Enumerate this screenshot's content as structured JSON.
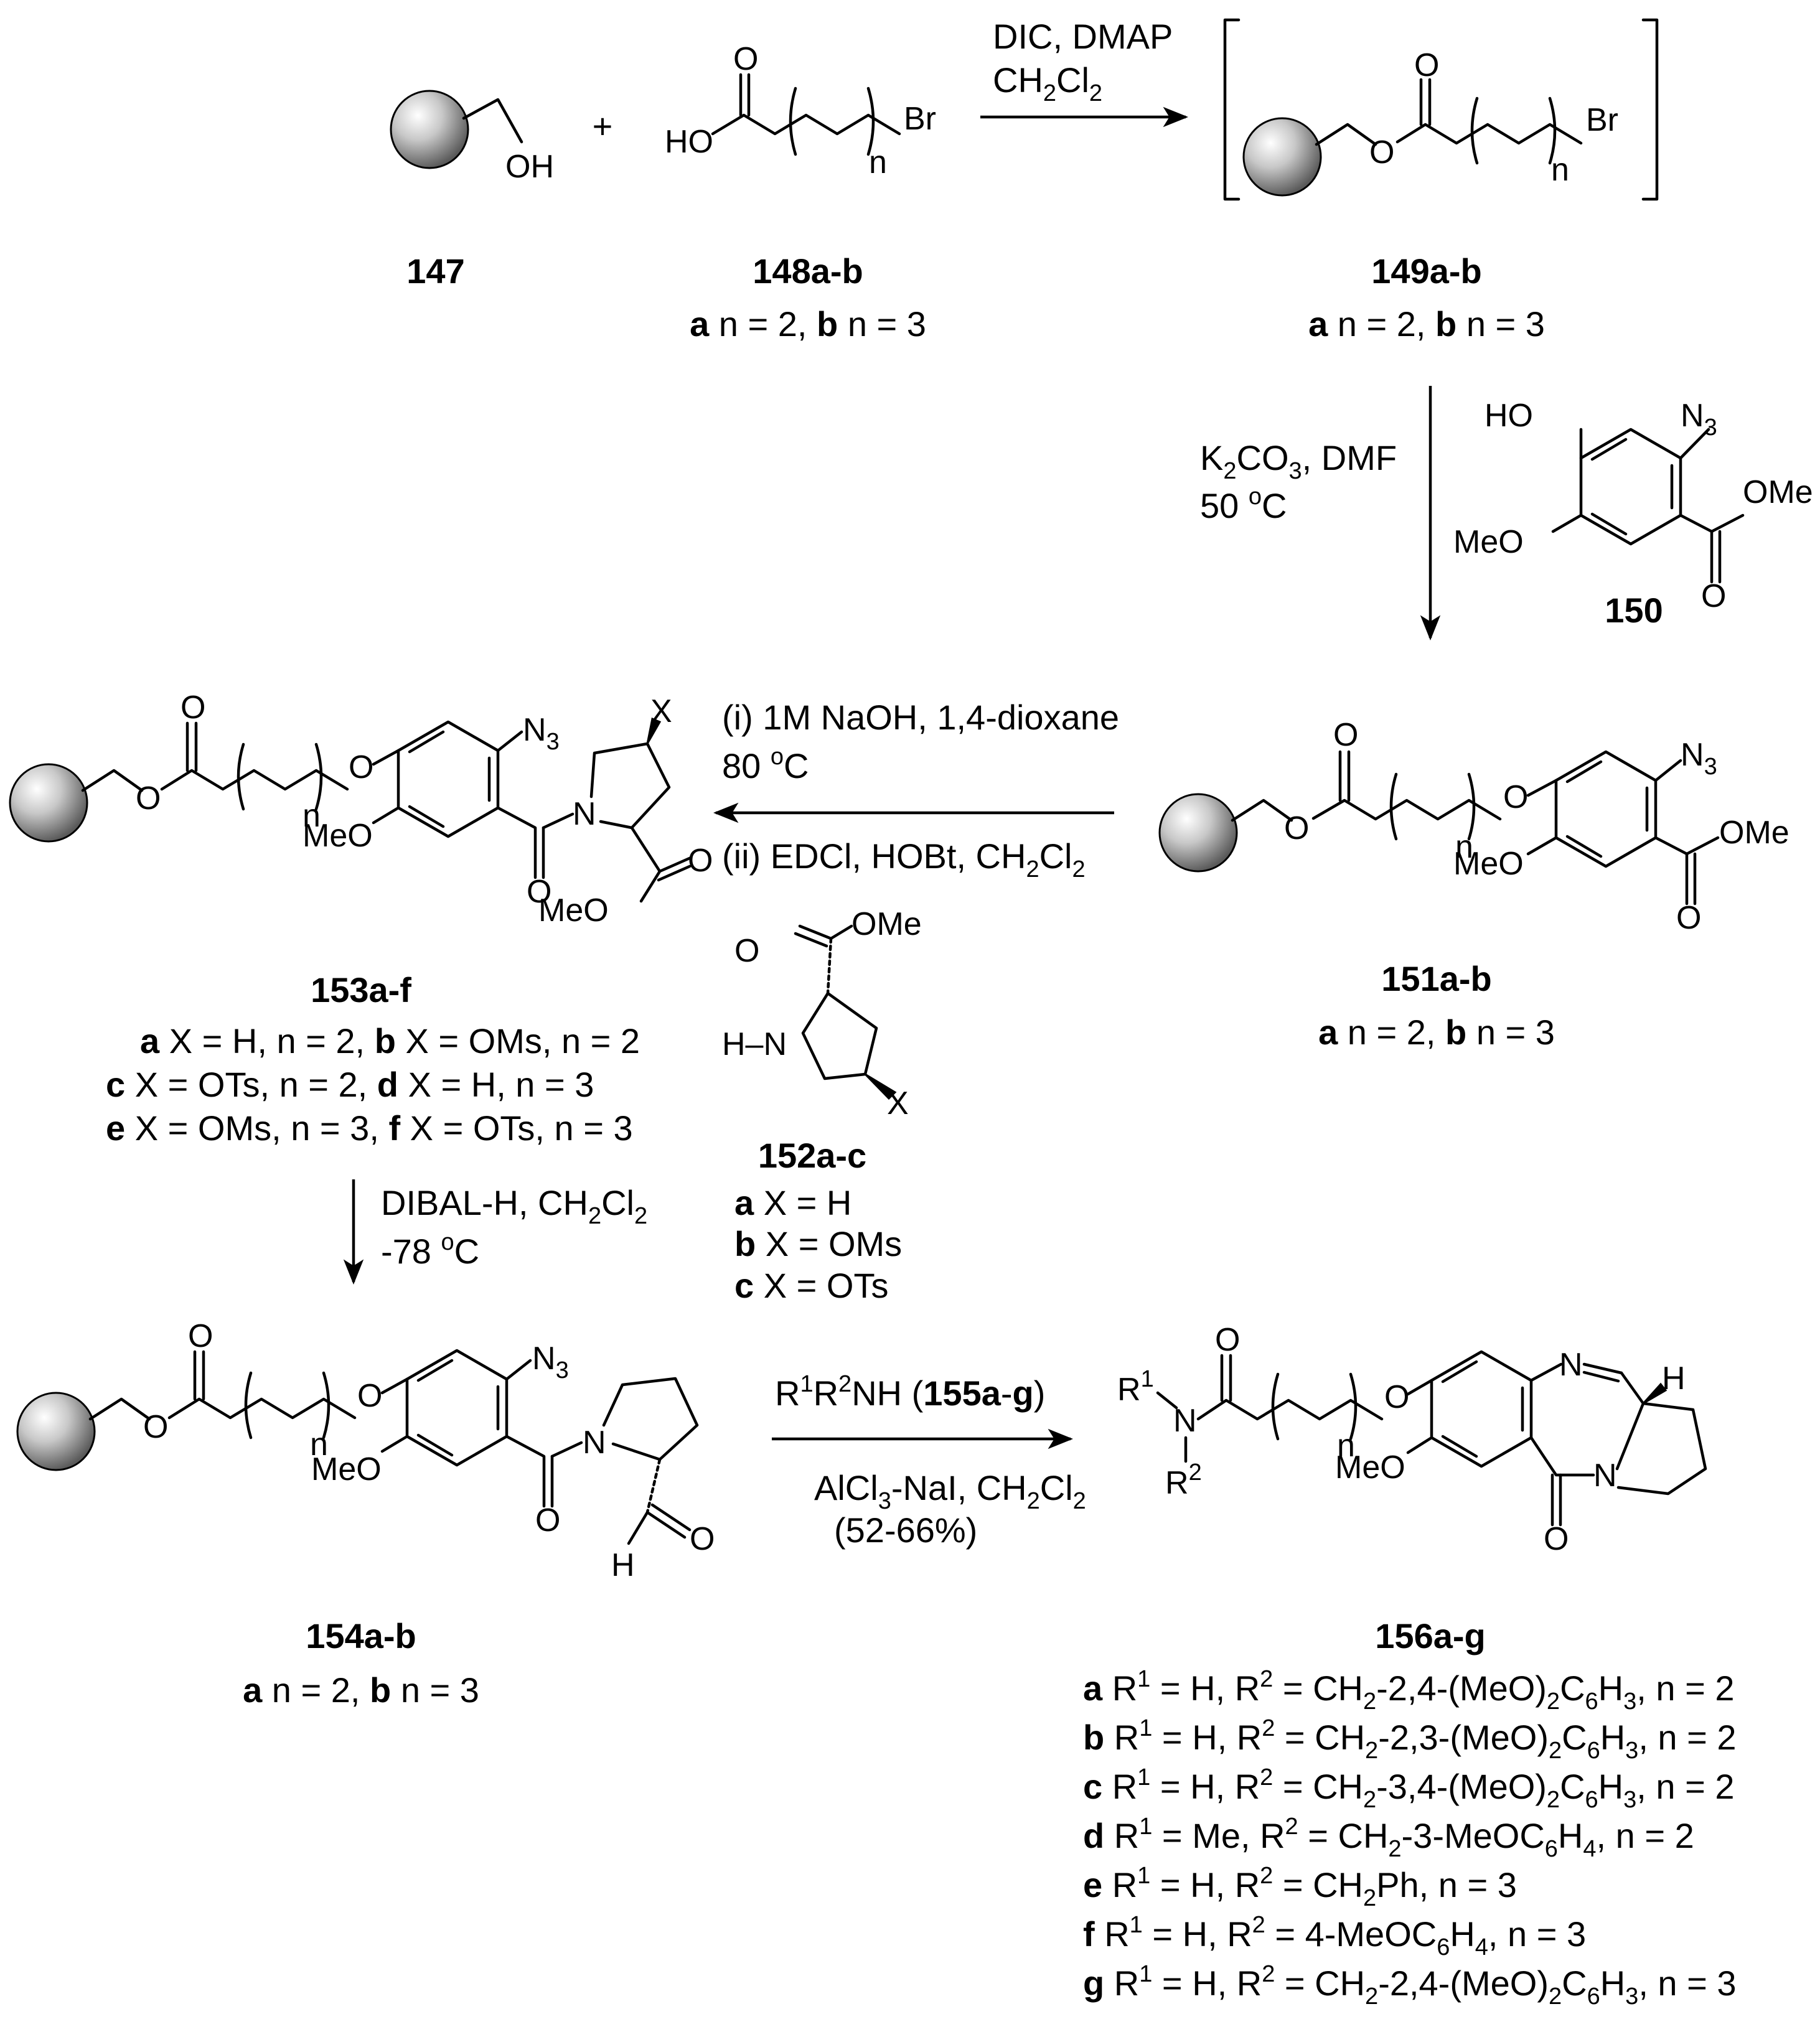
{
  "compounds": {
    "c147": "147",
    "c148": "148a-b",
    "c149": "149a-b",
    "c150": "150",
    "c151": "151a-b",
    "c152": "152a-c",
    "c153": "153a-f",
    "c154": "154a-b",
    "c155": "155a-g",
    "c156": "156a-g"
  },
  "variants": {
    "n_ab": "n = 2,",
    "n_b": "n = 3",
    "v152": [
      {
        "letter": "a",
        "text": "X = H"
      },
      {
        "letter": "b",
        "text": "X = OMs"
      },
      {
        "letter": "c",
        "text": "X = OTs"
      }
    ],
    "v153": [
      {
        "l1": "a",
        "t1": "X = H, n = 2,",
        "l2": "b",
        "t2": "X = OMs, n = 2"
      },
      {
        "l1": "c",
        "t1": "X = OTs, n = 2,",
        "l2": "d",
        "t2": "X = H, n = 3"
      },
      {
        "l1": "e",
        "t1": "X = OMs, n = 3,",
        "l2": "f",
        "t2": "X = OTs, n = 3"
      }
    ],
    "v156": [
      {
        "letter": "a",
        "r1": "H",
        "r2": "CH2-2,4-(MeO)2C6H3",
        "n": "2"
      },
      {
        "letter": "b",
        "r1": "H",
        "r2": "CH2-2,3-(MeO)2C6H3",
        "n": "2"
      },
      {
        "letter": "c",
        "r1": "H",
        "r2": "CH2-3,4-(MeO)2C6H3",
        "n": "2"
      },
      {
        "letter": "d",
        "r1": "Me",
        "r2": "CH2-3-MeOC6H4",
        "n": "2"
      },
      {
        "letter": "e",
        "r1": "H",
        "r2": "CH2Ph",
        "n": "3"
      },
      {
        "letter": "f",
        "r1": "H",
        "r2": "4-MeOC6H4",
        "n": "3"
      },
      {
        "letter": "g",
        "r1": "H",
        "r2": "CH2-2,4-(MeO)2C6H3",
        "n": "3"
      }
    ]
  },
  "conditions": {
    "step1_line1": "DIC, DMAP",
    "step1_line2": "CH2Cl2",
    "step2_line1": "K2CO3, DMF",
    "step2_line2": "50 oC",
    "step3_line1": "(i) 1M NaOH, 1,4-dioxane",
    "step3_line2": "80 oC",
    "step3_line3": "(ii) EDCl, HOBt, CH2Cl2",
    "step4_line1": "DIBAL-H, CH2Cl2",
    "step4_line2": "-78 oC",
    "step5_line1": "R1R2NH (155a-g)",
    "step5_line2": "AlCl3-NaI, CH2Cl2",
    "step5_line3": "(52-66%)"
  },
  "atoms": {
    "plus": "+",
    "OH": "OH",
    "HO": "HO",
    "Br": "Br",
    "O": "O",
    "n": "n",
    "N3": "N3",
    "N": "N",
    "X": "X",
    "H": "H",
    "HN": "H–N",
    "MeO": "MeO",
    "OMe": "OMe",
    "R1": "R1",
    "R2": "R2"
  }
}
